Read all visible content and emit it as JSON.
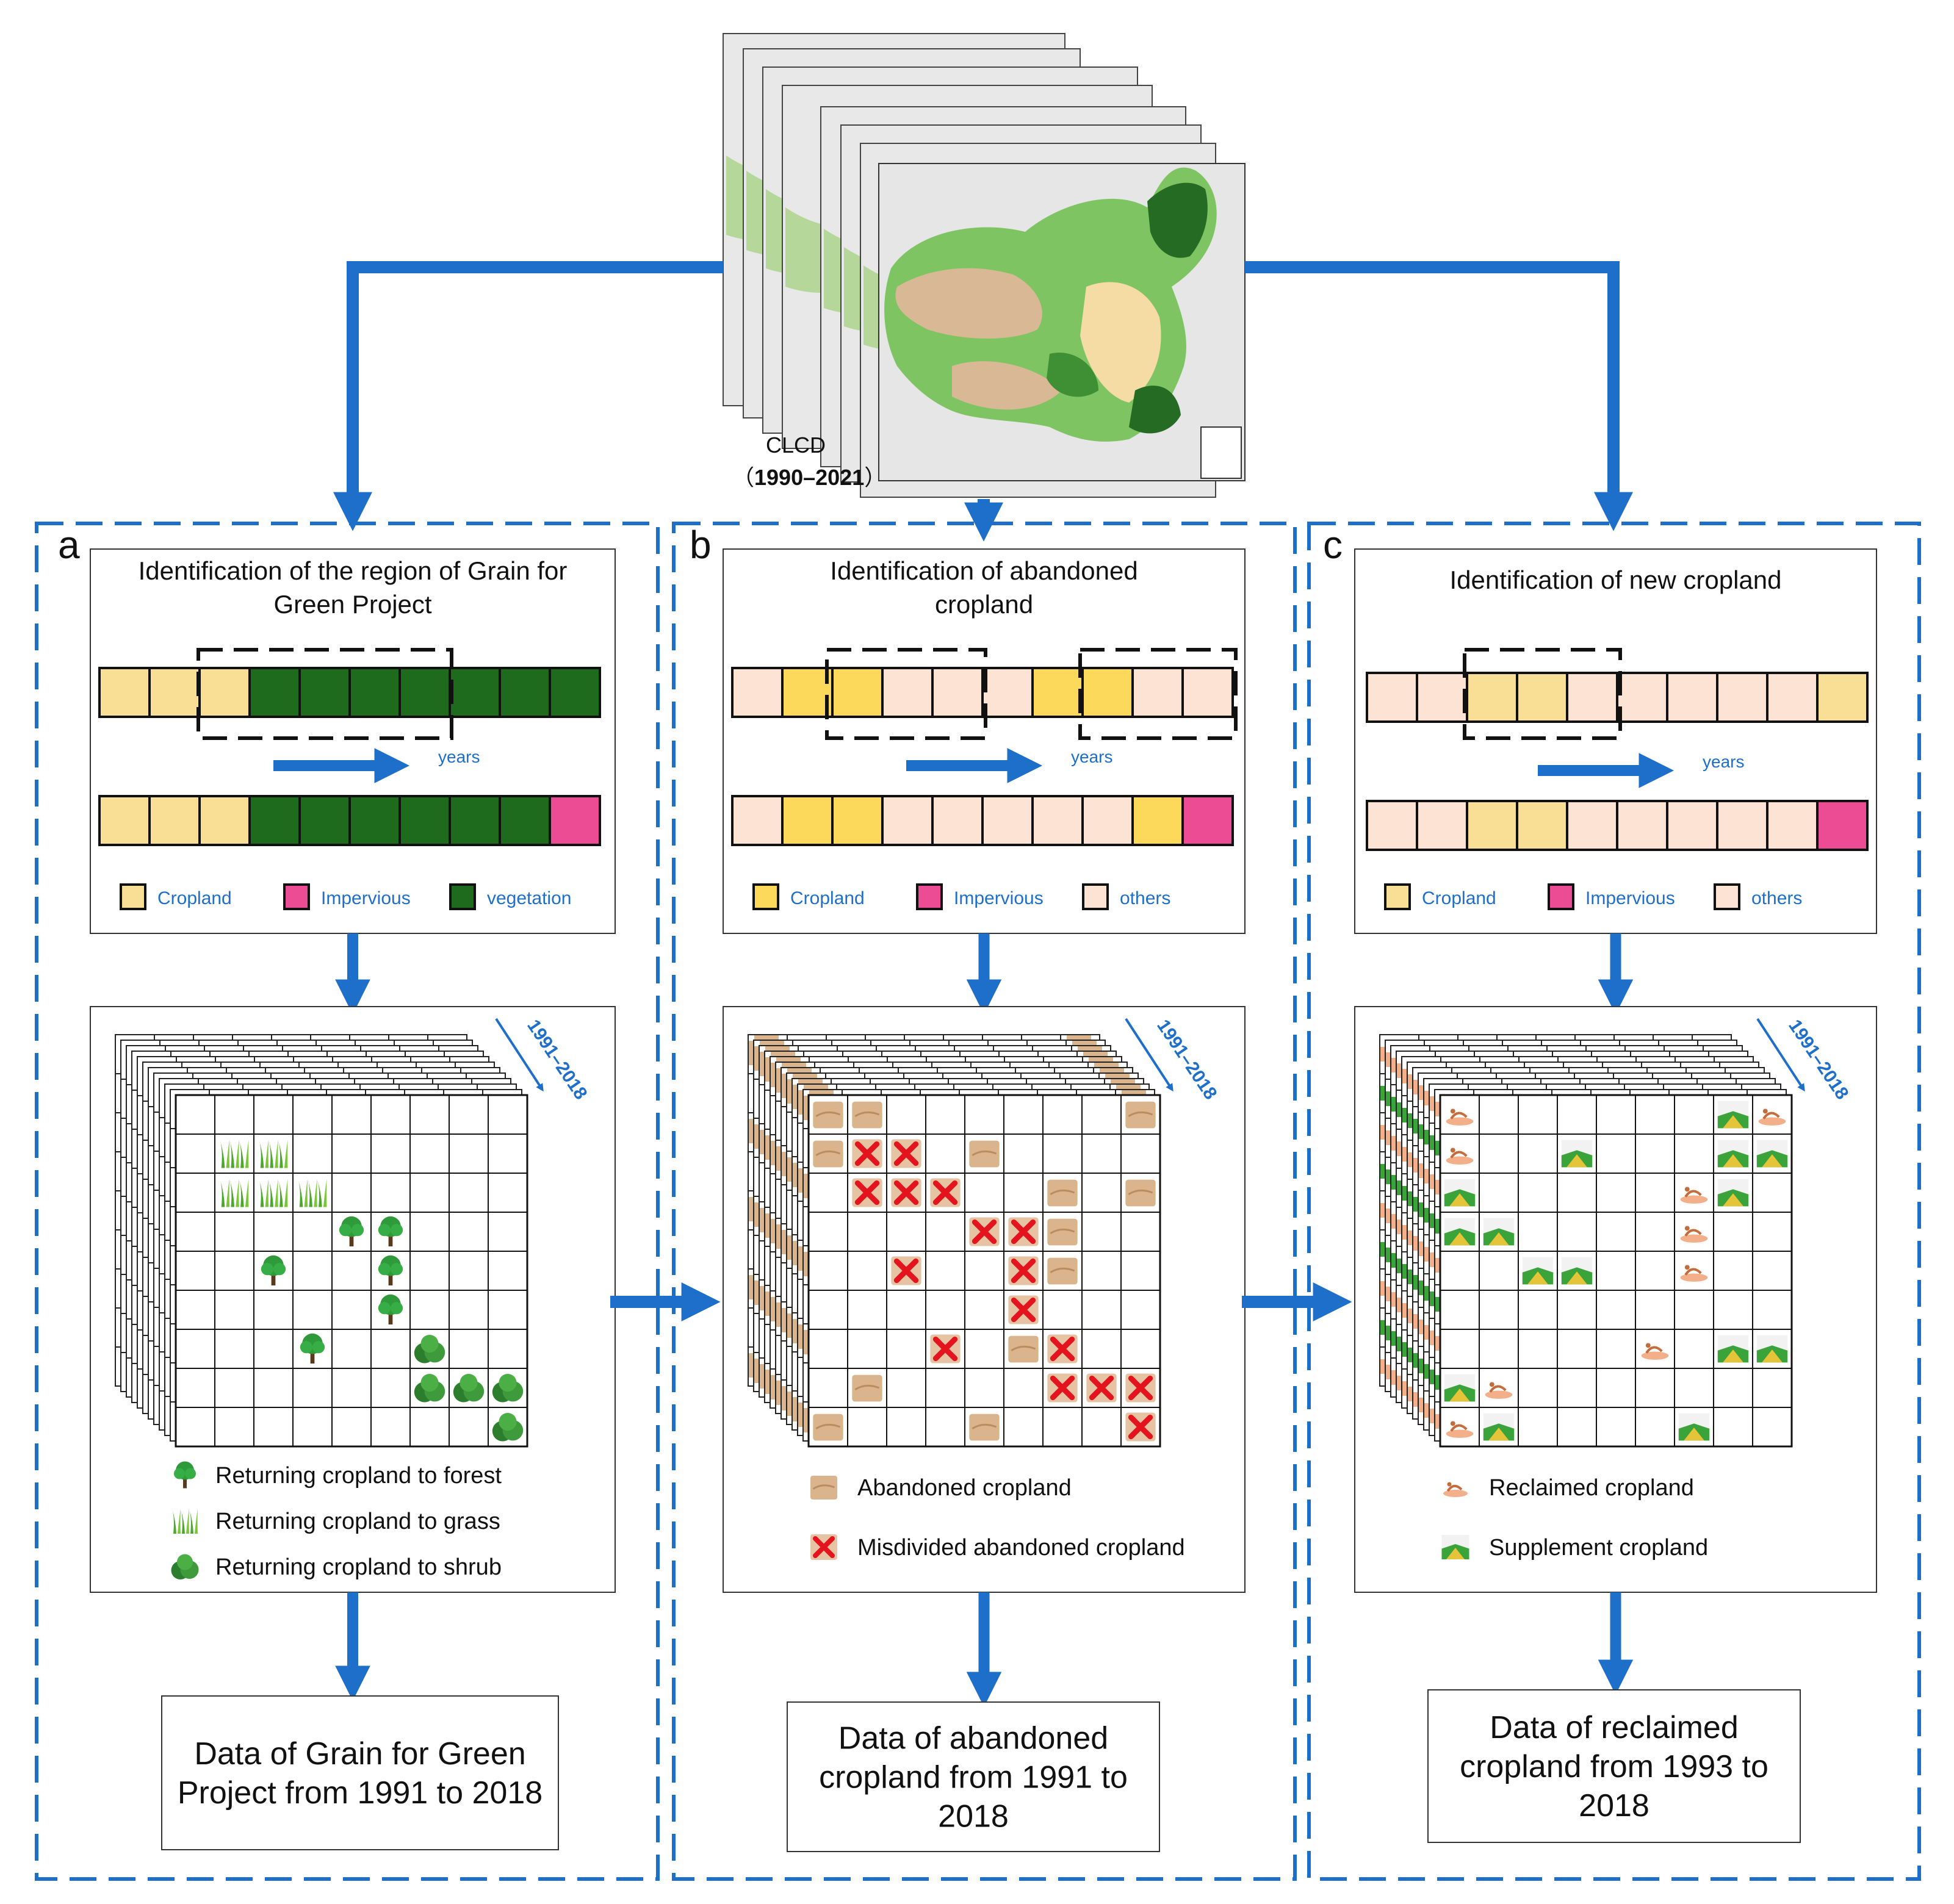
{
  "clcd": {
    "label": "CLCD",
    "years_open": "（",
    "years": "1990–2021",
    "years_close": "）"
  },
  "panels": [
    {
      "letter": "a",
      "title": [
        "Identification of the region of Grain for",
        "Green Project"
      ],
      "row_top": [
        "cropland",
        "cropland",
        "cropland",
        "vegetation",
        "vegetation",
        "vegetation",
        "vegetation",
        "vegetation",
        "vegetation",
        "vegetation"
      ],
      "row_bottom": [
        "cropland",
        "cropland",
        "cropland",
        "vegetation",
        "vegetation",
        "vegetation",
        "vegetation",
        "vegetation",
        "vegetation",
        "impervious"
      ],
      "years_label": "years",
      "legend": [
        {
          "key": "cropland",
          "label": "Cropland"
        },
        {
          "key": "impervious",
          "label": "Impervious"
        },
        {
          "key": "vegetation",
          "label": "vegetation"
        }
      ],
      "grid_years": "1991–2018",
      "grid_items": [
        {
          "r": 1,
          "c": 1,
          "k": "grass"
        },
        {
          "r": 1,
          "c": 2,
          "k": "grass"
        },
        {
          "r": 2,
          "c": 1,
          "k": "grass"
        },
        {
          "r": 2,
          "c": 2,
          "k": "grass"
        },
        {
          "r": 2,
          "c": 3,
          "k": "grass"
        },
        {
          "r": 3,
          "c": 4,
          "k": "tree"
        },
        {
          "r": 3,
          "c": 5,
          "k": "tree"
        },
        {
          "r": 4,
          "c": 2,
          "k": "tree"
        },
        {
          "r": 4,
          "c": 5,
          "k": "tree"
        },
        {
          "r": 5,
          "c": 5,
          "k": "tree"
        },
        {
          "r": 6,
          "c": 3,
          "k": "tree"
        },
        {
          "r": 6,
          "c": 6,
          "k": "shrub"
        },
        {
          "r": 7,
          "c": 6,
          "k": "shrub"
        },
        {
          "r": 7,
          "c": 7,
          "k": "shrub"
        },
        {
          "r": 7,
          "c": 8,
          "k": "shrub"
        },
        {
          "r": 8,
          "c": 8,
          "k": "shrub"
        }
      ],
      "grid_legend": [
        {
          "icon": "tree",
          "label": "Returning cropland to forest"
        },
        {
          "icon": "grass",
          "label": "Returning cropland to grass"
        },
        {
          "icon": "shrub",
          "label": "Returning cropland to shrub"
        }
      ],
      "output": [
        "Data of Grain for Green",
        "Project from 1991 to 2018"
      ]
    },
    {
      "letter": "b",
      "title": [
        "Identification of  abandoned",
        "cropland"
      ],
      "row_top": [
        "others",
        "cropland",
        "cropland",
        "others",
        "others",
        "others",
        "cropland",
        "cropland",
        "others",
        "others"
      ],
      "row_bottom": [
        "others",
        "cropland",
        "cropland",
        "others",
        "others",
        "others",
        "others",
        "others",
        "cropland",
        "impervious"
      ],
      "years_label": "years",
      "legend": [
        {
          "key": "cropland",
          "label": "Cropland"
        },
        {
          "key": "impervious",
          "label": "Impervious"
        },
        {
          "key": "others",
          "label": "others"
        }
      ],
      "grid_years": "1991–2018",
      "grid_items": [
        {
          "r": 0,
          "c": 0,
          "k": "aband"
        },
        {
          "r": 0,
          "c": 1,
          "k": "aband"
        },
        {
          "r": 0,
          "c": 8,
          "k": "aband"
        },
        {
          "r": 1,
          "c": 0,
          "k": "aband"
        },
        {
          "r": 1,
          "c": 1,
          "k": "misd"
        },
        {
          "r": 1,
          "c": 2,
          "k": "misd"
        },
        {
          "r": 1,
          "c": 4,
          "k": "aband"
        },
        {
          "r": 2,
          "c": 1,
          "k": "misd"
        },
        {
          "r": 2,
          "c": 2,
          "k": "misd"
        },
        {
          "r": 2,
          "c": 3,
          "k": "misd"
        },
        {
          "r": 2,
          "c": 6,
          "k": "aband"
        },
        {
          "r": 2,
          "c": 8,
          "k": "aband"
        },
        {
          "r": 3,
          "c": 4,
          "k": "misd"
        },
        {
          "r": 3,
          "c": 5,
          "k": "misd"
        },
        {
          "r": 3,
          "c": 6,
          "k": "aband"
        },
        {
          "r": 4,
          "c": 2,
          "k": "misd"
        },
        {
          "r": 4,
          "c": 5,
          "k": "misd"
        },
        {
          "r": 4,
          "c": 6,
          "k": "aband"
        },
        {
          "r": 5,
          "c": 5,
          "k": "misd"
        },
        {
          "r": 6,
          "c": 3,
          "k": "misd"
        },
        {
          "r": 6,
          "c": 5,
          "k": "aband"
        },
        {
          "r": 6,
          "c": 6,
          "k": "misd"
        },
        {
          "r": 7,
          "c": 1,
          "k": "aband"
        },
        {
          "r": 7,
          "c": 6,
          "k": "misd"
        },
        {
          "r": 7,
          "c": 7,
          "k": "misd"
        },
        {
          "r": 7,
          "c": 8,
          "k": "misd"
        },
        {
          "r": 8,
          "c": 0,
          "k": "aband"
        },
        {
          "r": 8,
          "c": 4,
          "k": "aband"
        },
        {
          "r": 8,
          "c": 8,
          "k": "misd"
        }
      ],
      "grid_legend": [
        {
          "icon": "aband",
          "label": "Abandoned cropland"
        },
        {
          "icon": "misd",
          "label": "Misdivided abandoned cropland"
        }
      ],
      "output": [
        "Data of abandoned",
        "cropland from 1991 to",
        "2018"
      ]
    },
    {
      "letter": "c",
      "title": [
        "Identification of new cropland"
      ],
      "row_top": [
        "others",
        "others",
        "cropland",
        "cropland",
        "others",
        "others",
        "others",
        "others",
        "others",
        "cropland"
      ],
      "row_bottom": [
        "others",
        "others",
        "cropland",
        "cropland",
        "others",
        "others",
        "others",
        "others",
        "others",
        "impervious"
      ],
      "years_label": "years",
      "legend": [
        {
          "key": "cropland",
          "label": "Cropland"
        },
        {
          "key": "impervious",
          "label": "Impervious"
        },
        {
          "key": "others",
          "label": "others"
        }
      ],
      "grid_years": "1991–2018",
      "grid_items": [
        {
          "r": 0,
          "c": 0,
          "k": "recl"
        },
        {
          "r": 0,
          "c": 7,
          "k": "supp"
        },
        {
          "r": 0,
          "c": 8,
          "k": "recl"
        },
        {
          "r": 1,
          "c": 0,
          "k": "recl"
        },
        {
          "r": 1,
          "c": 3,
          "k": "supp"
        },
        {
          "r": 1,
          "c": 7,
          "k": "supp"
        },
        {
          "r": 1,
          "c": 8,
          "k": "supp"
        },
        {
          "r": 2,
          "c": 0,
          "k": "supp"
        },
        {
          "r": 2,
          "c": 6,
          "k": "recl"
        },
        {
          "r": 2,
          "c": 7,
          "k": "supp"
        },
        {
          "r": 3,
          "c": 0,
          "k": "supp"
        },
        {
          "r": 3,
          "c": 1,
          "k": "supp"
        },
        {
          "r": 3,
          "c": 6,
          "k": "recl"
        },
        {
          "r": 4,
          "c": 2,
          "k": "supp"
        },
        {
          "r": 4,
          "c": 3,
          "k": "supp"
        },
        {
          "r": 4,
          "c": 6,
          "k": "recl"
        },
        {
          "r": 6,
          "c": 5,
          "k": "recl"
        },
        {
          "r": 6,
          "c": 7,
          "k": "supp"
        },
        {
          "r": 6,
          "c": 8,
          "k": "supp"
        },
        {
          "r": 7,
          "c": 0,
          "k": "supp"
        },
        {
          "r": 7,
          "c": 1,
          "k": "recl"
        },
        {
          "r": 8,
          "c": 0,
          "k": "recl"
        },
        {
          "r": 8,
          "c": 1,
          "k": "supp"
        },
        {
          "r": 8,
          "c": 6,
          "k": "supp"
        }
      ],
      "grid_legend": [
        {
          "icon": "recl",
          "label": "Reclaimed cropland"
        },
        {
          "icon": "supp",
          "label": "Supplement cropland"
        }
      ],
      "output": [
        "Data of reclaimed",
        "cropland from 1993 to",
        "2018"
      ]
    }
  ],
  "colors": {
    "cropland": "#f9df96",
    "cropland_b": "#fcd95a",
    "impervious": "#ec4c94",
    "vegetation": "#1e6b1e",
    "others": "#fde3d3",
    "arrow": "#1e6fc9",
    "dash": "#1e6fc9"
  }
}
